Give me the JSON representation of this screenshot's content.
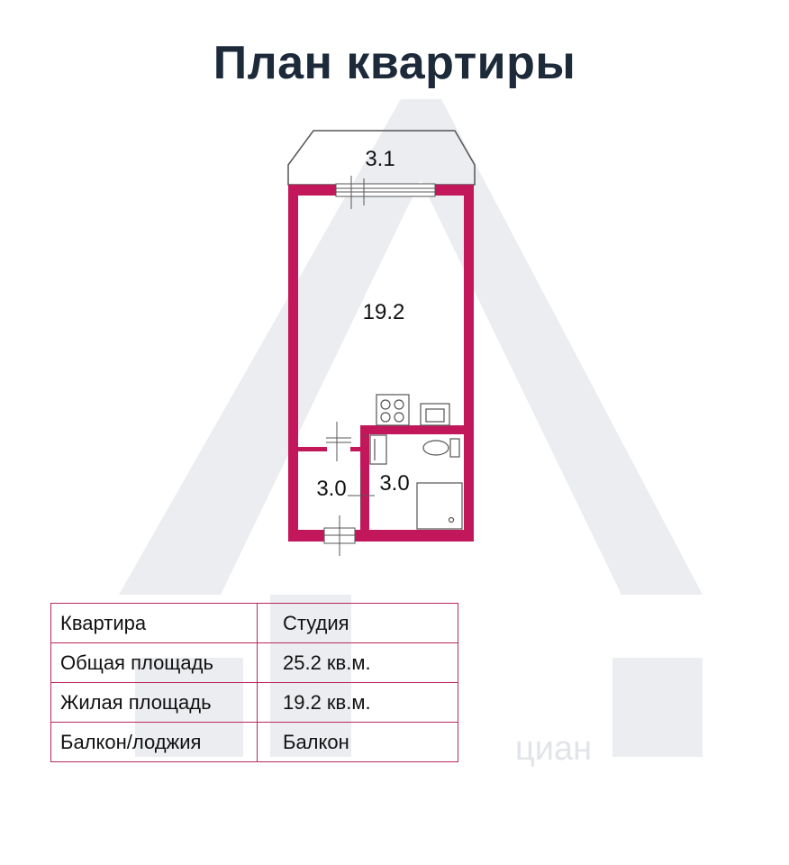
{
  "header": {
    "title": "План квартиры"
  },
  "watermark": {
    "text": "циан"
  },
  "plan": {
    "rooms": [
      {
        "id": "balcony",
        "area": "3.1"
      },
      {
        "id": "living-room",
        "area": "19.2"
      },
      {
        "id": "hallway",
        "area": "3.0"
      },
      {
        "id": "bathroom",
        "area": "3.0"
      }
    ],
    "wall_color": "#c2185b"
  },
  "info_table": {
    "rows": [
      {
        "key": "Квартира",
        "value": "Студия"
      },
      {
        "key": "Общая площадь",
        "value": "25.2 кв.м."
      },
      {
        "key": "Жилая площадь",
        "value": "19.2 кв.м."
      },
      {
        "key": "Балкон/лоджия",
        "value": "Балкон"
      }
    ]
  },
  "colors": {
    "title": "#1c2a3a",
    "table_border": "#b8285e",
    "watermark": "#e6e8ec"
  }
}
